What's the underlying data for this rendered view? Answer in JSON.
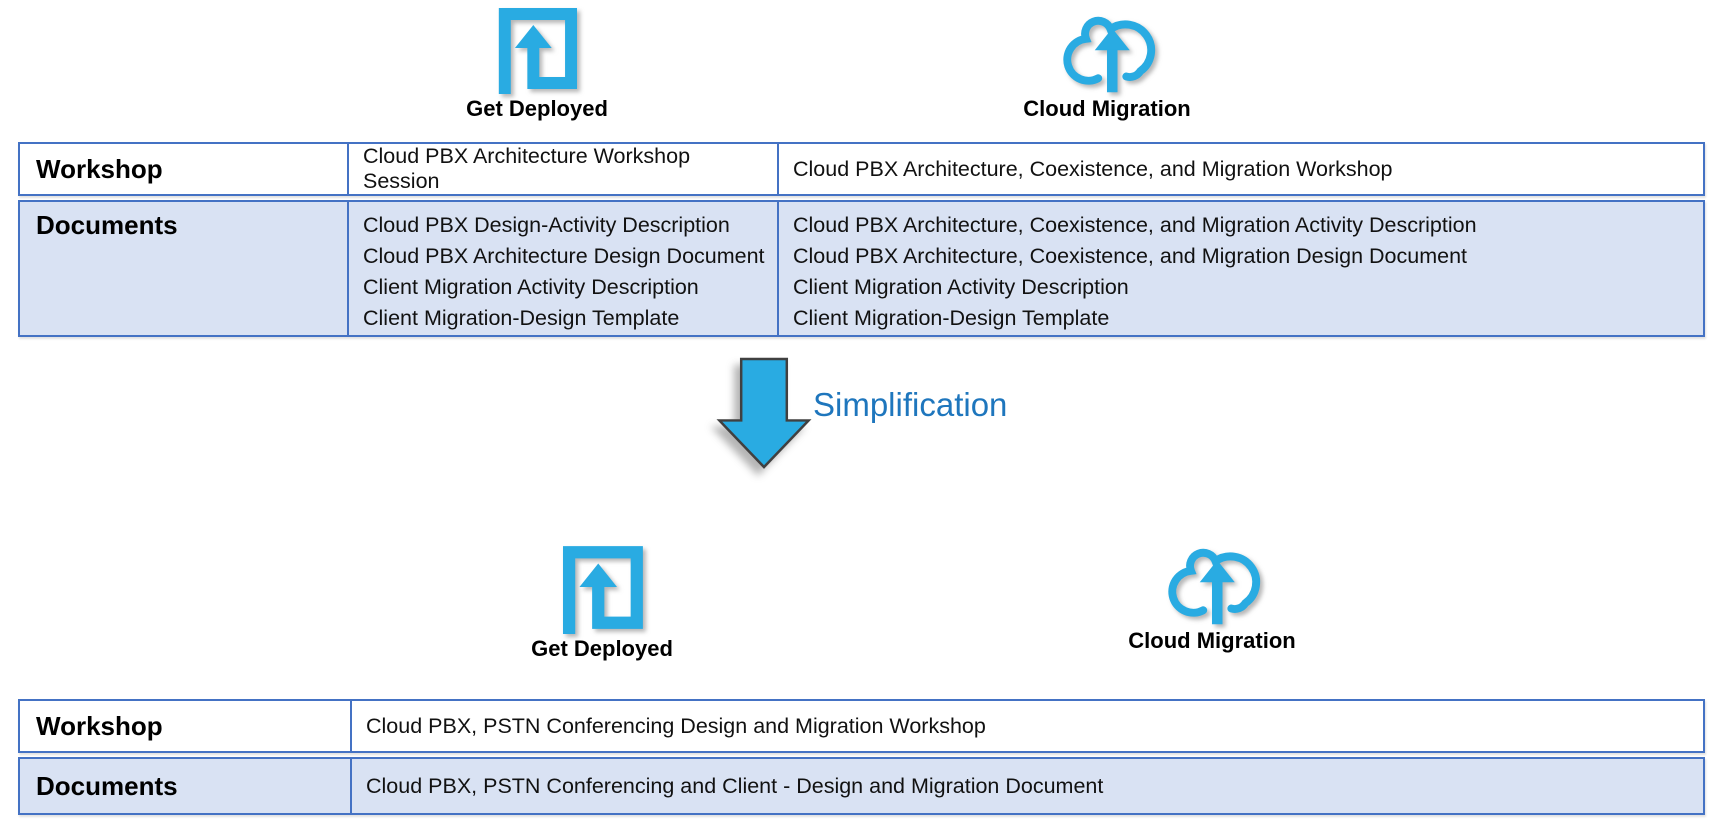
{
  "colors": {
    "icon_cyan": "#29ABE2",
    "table_border": "#4472C4",
    "documents_row_bg": "#D9E2F3",
    "arrow_fill": "#29ABE2",
    "arrow_outline": "#404040",
    "simplification_color": "#1E76BD"
  },
  "before": {
    "icons": [
      {
        "label": "Get Deployed"
      },
      {
        "label": "Cloud Migration"
      }
    ],
    "table": {
      "workshop": {
        "header": "Workshop",
        "get_deployed": "Cloud PBX Architecture Workshop Session",
        "cloud_migration": "Cloud PBX Architecture, Coexistence, and Migration Workshop"
      },
      "documents": {
        "header": "Documents",
        "get_deployed_lines": [
          "Cloud PBX Design-Activity Description",
          "Cloud PBX Architecture Design Document",
          "Client Migration Activity Description",
          "Client Migration-Design Template"
        ],
        "cloud_migration_lines": [
          "Cloud PBX Architecture, Coexistence, and Migration Activity Description",
          "Cloud PBX Architecture, Coexistence, and Migration Design Document",
          "Client Migration Activity Description",
          "Client Migration-Design Template"
        ]
      }
    }
  },
  "transition": {
    "label": "Simplification"
  },
  "after": {
    "icons": [
      {
        "label": "Get Deployed"
      },
      {
        "label": "Cloud Migration"
      }
    ],
    "table": {
      "workshop": {
        "header": "Workshop",
        "content": "Cloud PBX, PSTN Conferencing Design and Migration Workshop"
      },
      "documents": {
        "header": "Documents",
        "content": "Cloud PBX, PSTN Conferencing and Client - Design and Migration Document"
      }
    }
  }
}
